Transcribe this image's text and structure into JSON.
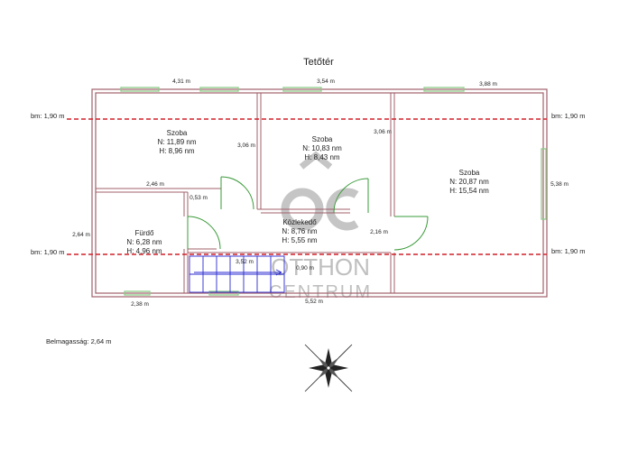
{
  "floor_title": "Tetőtér",
  "interior_height": "Belmagasság: 2,64 m",
  "rooms": [
    {
      "name": "Szoba",
      "net": "N: 11,89 nm",
      "usable": "H: 8,96 nm"
    },
    {
      "name": "Szoba",
      "net": "N: 10,83 nm",
      "usable": "H: 8,43 nm"
    },
    {
      "name": "Szoba",
      "net": "N: 20,87 nm",
      "usable": "H: 15,54 nm"
    },
    {
      "name": "Fürdő",
      "net": "N: 6,28 nm",
      "usable": "H: 4,96 nm"
    },
    {
      "name": "Közlekedő",
      "net": "N: 8,76 nm",
      "usable": "H: 5,55 nm"
    }
  ],
  "dimensions": {
    "top_left": "4,31 m",
    "top_mid": "3,54 m",
    "top_right": "3,88 m",
    "wall_left_room": "3,06 m",
    "wall_mid_room": "3,06 m",
    "bath_width": "2,46 m",
    "bath_door": "0,53 m",
    "right_height": "5,38 m",
    "left_height": "2,64 m",
    "hall_side": "2,16 m",
    "stairs": "3,52 m",
    "stairs_width": "0,90 m",
    "bottom_left": "2,38 m",
    "bottom_mid": "5,52 m"
  },
  "headroom_lines": {
    "left_top": "bm: 1,90 m",
    "right_top": "bm: 1,90 m",
    "left_bottom": "bm: 1,90 m",
    "right_bottom": "bm: 1,90 m"
  },
  "watermark": {
    "line1": "OTTHON",
    "line2": "CENTRUM"
  },
  "colors": {
    "wall": "#a0606a",
    "headroom_line": "#d0202a",
    "window": "#8ecb8a",
    "door": "#3a9b3a",
    "stairs": "#2a2ad0",
    "watermark": "#8c8c8c"
  },
  "icons": {
    "compass": "compass-rose-icon",
    "logo": "oc-logo-icon"
  }
}
